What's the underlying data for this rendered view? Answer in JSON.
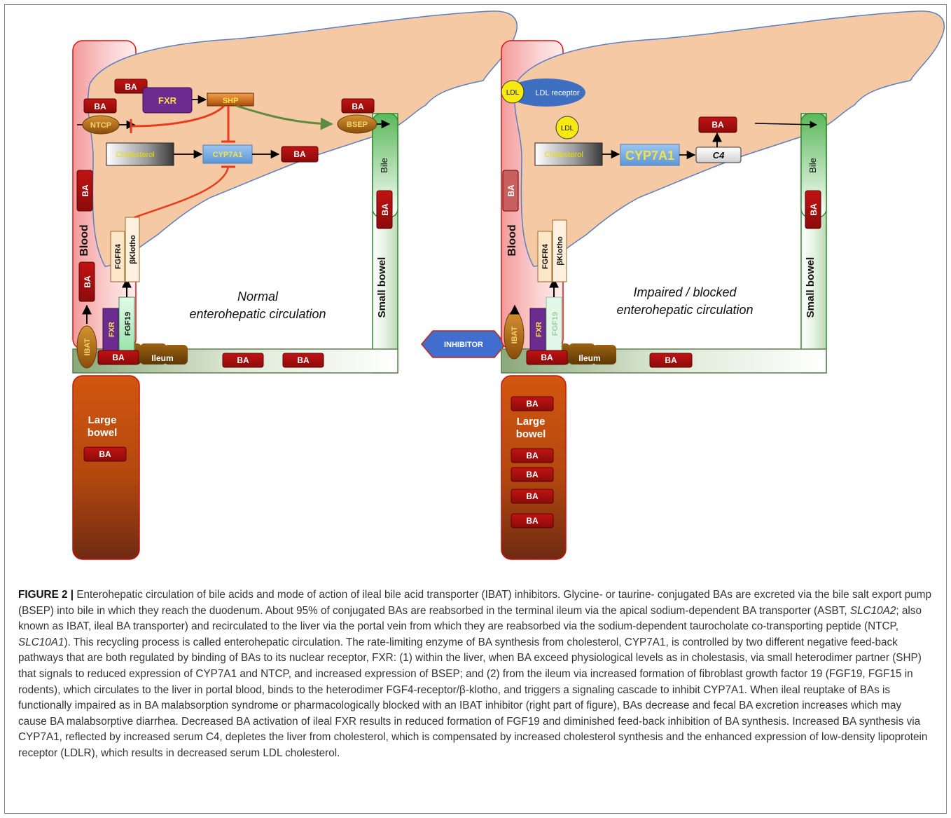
{
  "colors": {
    "liver": "#f4c9a3",
    "liver_stroke": "#5a7fc4",
    "blood": "#f6b2b2",
    "ba_box": "#a50f0f",
    "large_bowel": "#b5440f",
    "inhibit_line": "#e83c1c",
    "activate_arrow": "#5f8b3c",
    "fxr": "#6b2b8f",
    "fgf19": "#bdf2c9",
    "bile": "#3f9a3f"
  },
  "panel_left": {
    "title_line1": "Normal",
    "title_line2": "enterohepatic circulation",
    "blood_label": "Blood",
    "bile_label": "Bile",
    "small_bowel_label": "Small bowel",
    "ileum_label": "Ileum",
    "large_bowel_label_line1": "Large",
    "large_bowel_label_line2": "bowel",
    "ba": "BA",
    "fxr": "FXR",
    "shp": "SHP",
    "ntcp": "NTCP",
    "bsep": "BSEP",
    "cholesterol": "Cholesterol",
    "cyp7a1": "CYP7A1",
    "fgfr4": "FGFR4",
    "bklotho": "βKlotho",
    "fgf19": "FGF19",
    "ibat": "IBAT"
  },
  "panel_right": {
    "title_line1": "Impaired / blocked",
    "title_line2": "enterohepatic circulation",
    "blood_label": "Blood",
    "bile_label": "Bile",
    "small_bowel_label": "Small bowel",
    "ileum_label": "Ileum",
    "large_bowel_label_line1": "Large",
    "large_bowel_label_line2": "bowel",
    "ba": "BA",
    "ldl": "LDL",
    "ldl_receptor": "LDL receptor",
    "cholesterol": "Cholesterol",
    "cyp7a1": "CYP7A1",
    "c4": "C4",
    "fgfr4": "FGFR4",
    "bklotho": "βKlotho",
    "fgf19": "FGF19",
    "fxr": "FXR",
    "ibat": "IBAT"
  },
  "inhibitor_label": "INHIBITOR",
  "caption": {
    "label": "FIGURE 2 |",
    "text_parts": [
      " Enterohepatic circulation of bile acids and mode of action of ileal bile acid transporter (IBAT) inhibitors. Glycine- or taurine- conjugated BAs are excreted via the bile salt export pump (BSEP) into bile in which they reach the duodenum. About 95% of conjugated BAs are reabsorbed in the terminal ileum via the apical sodium-dependent BA transporter (ASBT, ",
      "SLC10A2",
      "; also known as IBAT, ileal BA transporter) and recirculated to the liver via the portal vein from which they are reabsorbed via the sodium-dependent taurocholate co-transporting peptide (NTCP, ",
      "SLC10A1",
      "). This recycling process is called enterohepatic circulation. The rate-limiting enzyme of BA synthesis from cholesterol, CYP7A1, is controlled by two different negative feed-back pathways that are both regulated by binding of BAs to its nuclear receptor, FXR: (1) within the liver, when BA exceed physiological levels as in cholestasis, via small heterodimer partner (SHP) that signals to reduced expression of CYP7A1 and NTCP, and increased expression of BSEP; and (2) from the ileum via increased formation of fibroblast growth factor 19 (FGF19, FGF15 in rodents), which circulates to the liver in portal blood, binds to the heterodimer FGF4-receptor/β-klotho, and triggers a signaling cascade to inhibit CYP7A1. When ileal reuptake of BAs is functionally impaired as in BA malabsorption syndrome or pharmacologically blocked with an IBAT inhibitor (right part of figure), BAs decrease and fecal BA excretion increases which may cause BA malabsorptive diarrhea. Decreased BA activation of ileal FXR results in reduced formation of FGF19 and diminished feed-back inhibition of BA synthesis. Increased BA synthesis via CYP7A1, reflected by increased serum C4, depletes the liver from cholesterol, which is compensated by increased cholesterol synthesis and the enhanced expression of low-density lipoprotein receptor (LDLR), which results in decreased serum LDL cholesterol."
    ]
  }
}
